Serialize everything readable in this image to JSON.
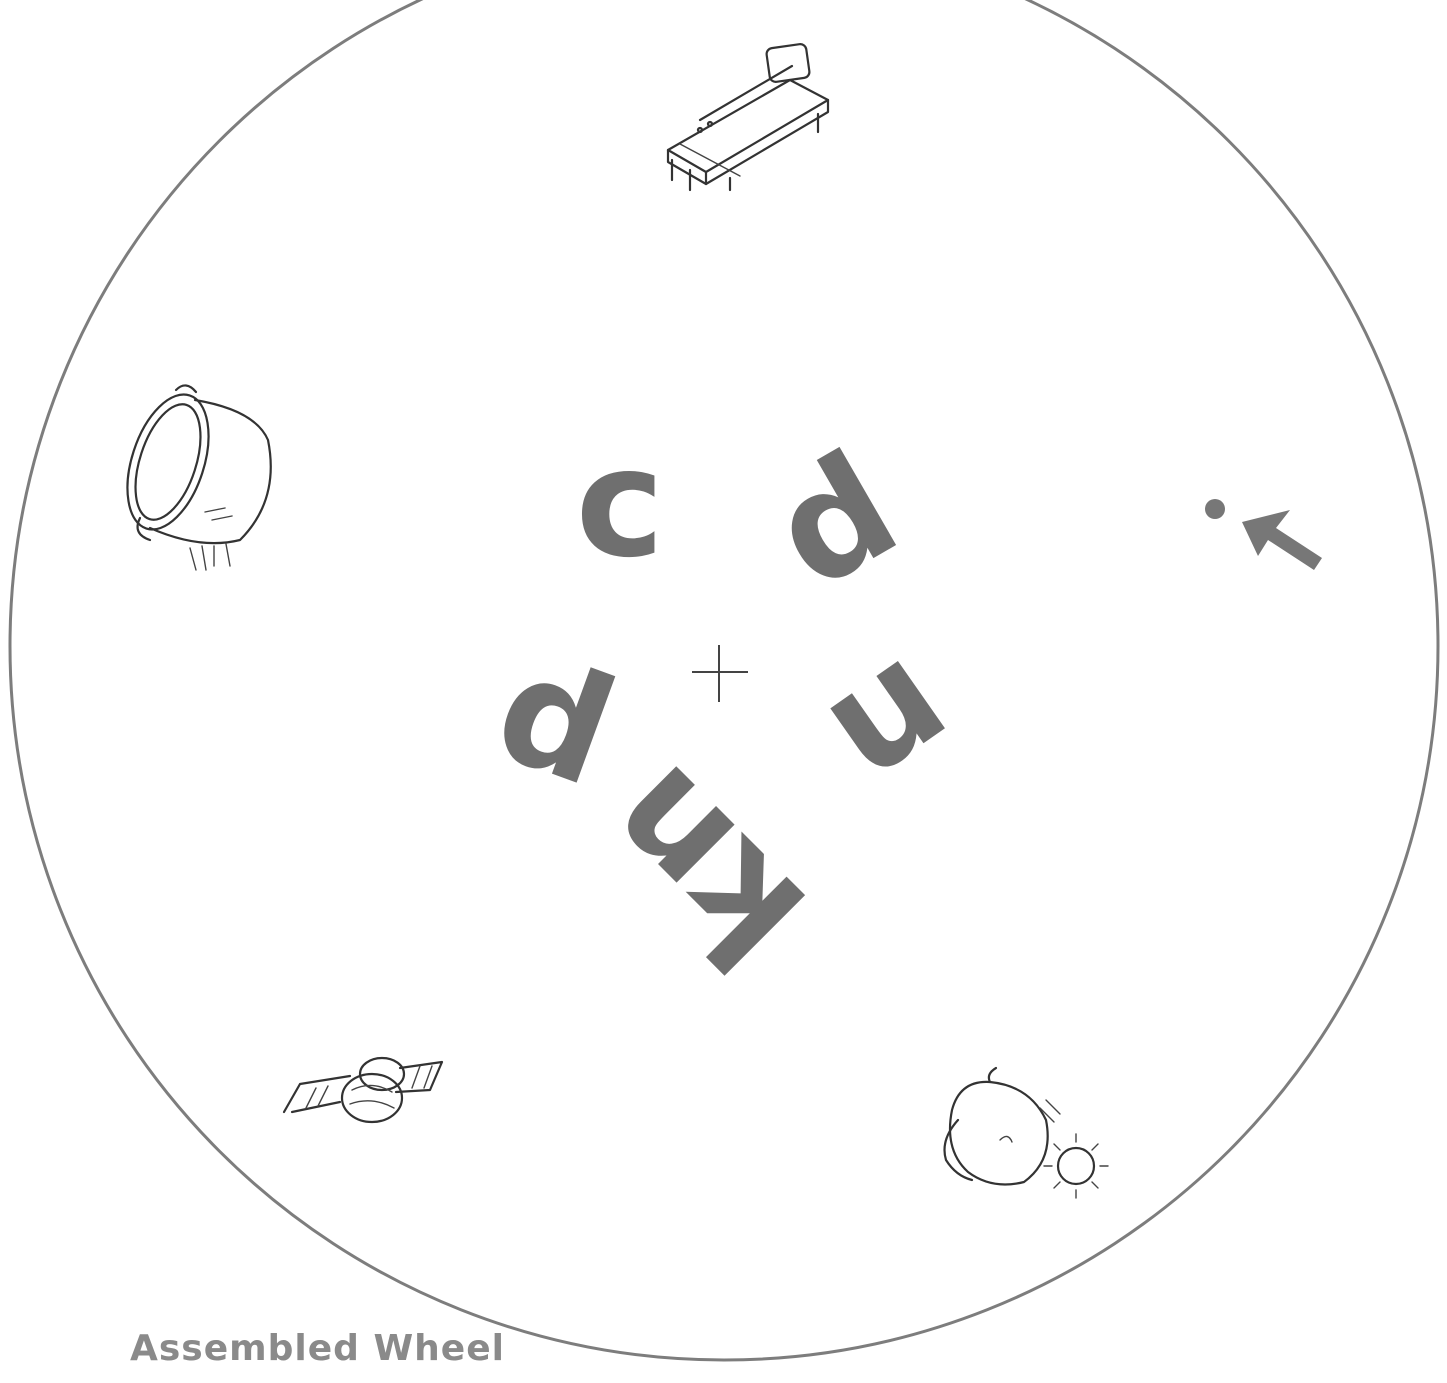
{
  "caption": "Assembled Wheel",
  "letters": [
    {
      "text": "c"
    },
    {
      "text": "p"
    },
    {
      "text": "p"
    },
    {
      "text": "n"
    },
    {
      "text": "kn"
    }
  ],
  "icons": [
    "bed-icon",
    "pot-icon",
    "arrow-pointer-icon",
    "knotted-rope-icon",
    "head-sun-icon"
  ],
  "colors": {
    "letter_gray": "#6f6f6f",
    "line": "#333333",
    "caption_gray": "#8a8a8a"
  }
}
